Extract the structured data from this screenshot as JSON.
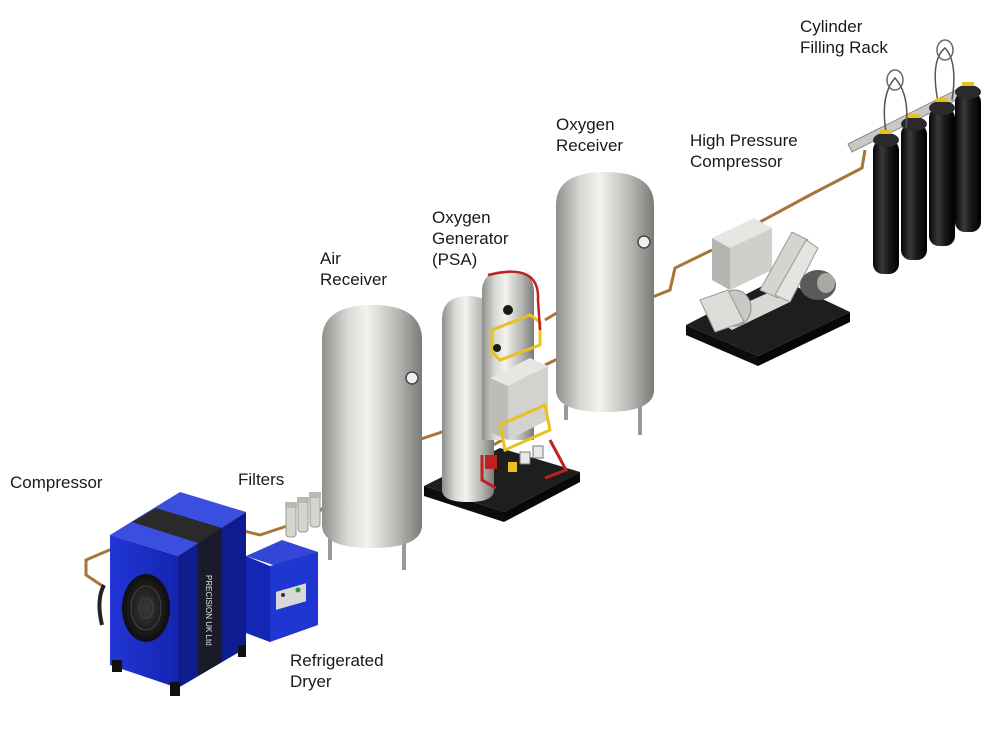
{
  "diagram": {
    "labels": {
      "compressor": [
        "Compressor"
      ],
      "filters": [
        "Filters"
      ],
      "refrigerated_dryer": [
        "Refrigerated",
        "Dryer"
      ],
      "air_receiver": [
        "Air",
        "Receiver"
      ],
      "oxygen_generator": [
        "Oxygen",
        "Generator",
        "(PSA)"
      ],
      "oxygen_receiver": [
        "Oxygen",
        "Receiver"
      ],
      "high_pressure_compressor": [
        "High Pressure",
        "Compressor"
      ],
      "cylinder_rack": [
        "Cylinder",
        "Filling Rack"
      ]
    },
    "compressor_brand": "PRECISION UK Ltd",
    "colors": {
      "compressor_blue": "#1c2fd0",
      "tank_silver": "#c8c8c4",
      "pipe_copper": "#b07a3a",
      "cylinder_black": "#151515",
      "base_black": "#1e1e1e",
      "valve_yellow": "#e8c020",
      "valve_red": "#c02020"
    }
  }
}
